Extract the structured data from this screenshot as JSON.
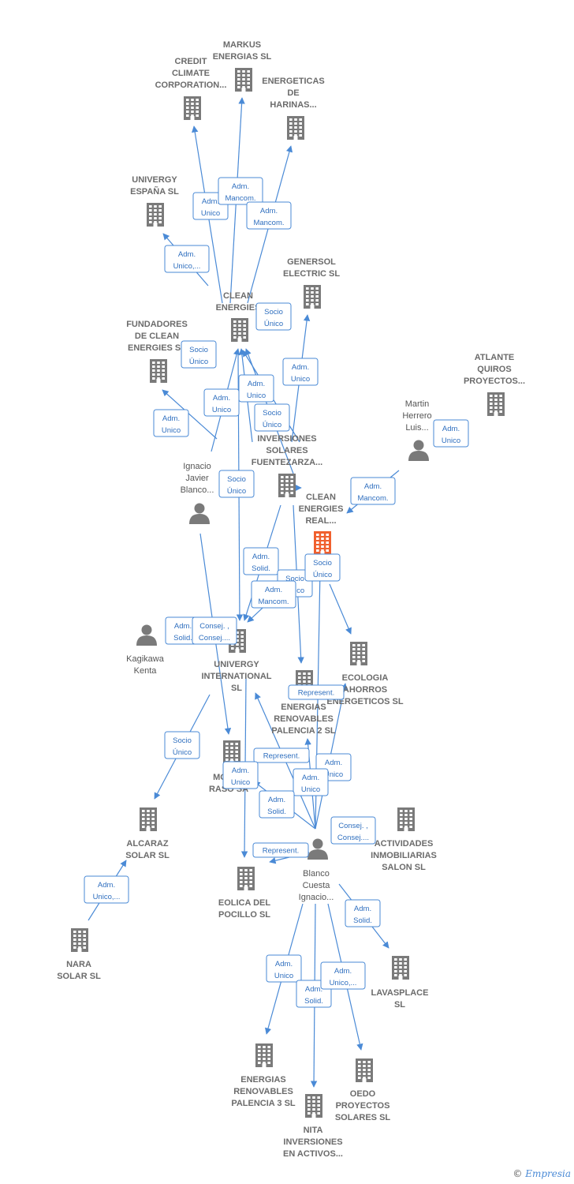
{
  "colors": {
    "edge": "#4a8ad6",
    "building": "#7a7a7a",
    "main_building": "#f0602e",
    "person": "#7a7a7a"
  },
  "nodes": [
    {
      "id": "markus",
      "type": "company",
      "label": [
        "MARKUS",
        "ENERGIAS SL"
      ]
    },
    {
      "id": "credit",
      "type": "company",
      "label": [
        "CREDIT",
        "CLIMATE",
        "CORPORATION..."
      ]
    },
    {
      "id": "energeticas",
      "type": "company",
      "label": [
        "ENERGETICAS",
        "DE",
        "HARINAS..."
      ]
    },
    {
      "id": "univergy_es",
      "type": "company",
      "label": [
        "UNIVERGY",
        "ESPAÑA  SL"
      ]
    },
    {
      "id": "gensersol",
      "type": "company",
      "label": [
        "GENERSOL",
        "ELECTRIC  SL"
      ]
    },
    {
      "id": "clean",
      "type": "company",
      "label": [
        "CLEAN",
        "ENERGIES"
      ]
    },
    {
      "id": "fundadores",
      "type": "company",
      "label": [
        "FUNDADORES",
        "DE CLEAN",
        "ENERGIES SL"
      ]
    },
    {
      "id": "atlante",
      "type": "company",
      "label": [
        "ATLANTE",
        "QUIROS",
        "PROYECTOS..."
      ]
    },
    {
      "id": "martin",
      "type": "person",
      "label": [
        "Martin",
        "Herrero",
        "Luis..."
      ]
    },
    {
      "id": "ignacio",
      "type": "person",
      "label": [
        "Ignacio",
        "Javier",
        "Blanco..."
      ]
    },
    {
      "id": "inversiones",
      "type": "company",
      "label": [
        "INVERSIONES",
        "SOLARES",
        "FUENTEZARZA..."
      ]
    },
    {
      "id": "clean_real",
      "type": "main",
      "label": [
        "CLEAN",
        "ENERGIES",
        "REAL..."
      ]
    },
    {
      "id": "kagikawa",
      "type": "person",
      "label": [
        "Kagikawa",
        "Kenta"
      ]
    },
    {
      "id": "univergy_int",
      "type": "company",
      "label": [
        "UNIVERGY",
        "INTERNATIONAL",
        "SL"
      ]
    },
    {
      "id": "ecologia",
      "type": "company",
      "label": [
        "ECOLOGIA",
        "AHORROS",
        "ENERGETICOS SL"
      ]
    },
    {
      "id": "energias2",
      "type": "company",
      "label": [
        "ENERGIAS",
        "RENOVABLES",
        "PALENCIA 2 SL"
      ]
    },
    {
      "id": "monte",
      "type": "company",
      "label": [
        "MONTE",
        "RASO SA"
      ]
    },
    {
      "id": "alcaraz",
      "type": "company",
      "label": [
        "ALCARAZ",
        "SOLAR SL"
      ]
    },
    {
      "id": "actividades",
      "type": "company",
      "label": [
        "ACTIVIDADES",
        "INMOBILIARIAS",
        "SALON SL"
      ]
    },
    {
      "id": "blanco",
      "type": "person",
      "label": [
        "Blanco",
        "Cuesta",
        "Ignacio..."
      ]
    },
    {
      "id": "eolica",
      "type": "company",
      "label": [
        "EOLICA DEL",
        "POCILLO SL"
      ]
    },
    {
      "id": "nara",
      "type": "company",
      "label": [
        "NARA",
        "SOLAR  SL"
      ]
    },
    {
      "id": "lavasplace",
      "type": "company",
      "label": [
        "LAVASPLACE",
        "SL"
      ]
    },
    {
      "id": "energias3",
      "type": "company",
      "label": [
        "ENERGIAS",
        "RENOVABLES",
        "PALENCIA 3 SL"
      ]
    },
    {
      "id": "oedo",
      "type": "company",
      "label": [
        "OEDO",
        "PROYECTOS",
        "SOLARES  SL"
      ]
    },
    {
      "id": "nita",
      "type": "company",
      "label": [
        "NITA",
        "INVERSIONES",
        "EN ACTIVOS..."
      ]
    }
  ],
  "edges": [
    {
      "label": [
        "Adm.",
        "Unico"
      ]
    },
    {
      "label": [
        "Adm.",
        "Mancom."
      ]
    },
    {
      "label": [
        "Adm.",
        "Mancom."
      ]
    },
    {
      "label": [
        "Adm.",
        "Unico,..."
      ]
    },
    {
      "label": [
        "Socio",
        "Único"
      ]
    },
    {
      "label": [
        "Socio",
        "Único"
      ]
    },
    {
      "label": [
        "Adm.",
        "Unico"
      ]
    },
    {
      "label": [
        "Adm.",
        "Unico"
      ]
    },
    {
      "label": [
        "Adm.",
        "Unico"
      ]
    },
    {
      "label": [
        "Adm.",
        "Unico"
      ]
    },
    {
      "label": [
        "Socio",
        "Único"
      ]
    },
    {
      "label": [
        "Adm.",
        "Unico"
      ]
    },
    {
      "label": [
        "Adm.",
        "Mancom."
      ]
    },
    {
      "label": [
        "Socio",
        "Único"
      ]
    },
    {
      "label": [
        "Adm.",
        "Solid."
      ]
    },
    {
      "label": [
        "Socio",
        "Único"
      ]
    },
    {
      "label": [
        "Socio",
        "Único"
      ]
    },
    {
      "label": [
        "Adm.",
        "Mancom."
      ]
    },
    {
      "label": [
        "Adm.",
        "Solid."
      ]
    },
    {
      "label": [
        "Consej. ,",
        "Consej...."
      ]
    },
    {
      "label": [
        "Socio",
        "Único"
      ]
    },
    {
      "label": [
        "Represent."
      ]
    },
    {
      "label": [
        "Represent."
      ]
    },
    {
      "label": [
        "Adm.",
        "Unico"
      ]
    },
    {
      "label": [
        "Adm.",
        "Unico"
      ]
    },
    {
      "label": [
        "Adm.",
        "Unico"
      ]
    },
    {
      "label": [
        "Adm.",
        "Solid."
      ]
    },
    {
      "label": [
        "Consej. ,",
        "Consej...."
      ]
    },
    {
      "label": [
        "Represent."
      ]
    },
    {
      "label": [
        "Adm.",
        "Unico,..."
      ]
    },
    {
      "label": [
        "Adm.",
        "Solid."
      ]
    },
    {
      "label": [
        "Adm.",
        "Unico"
      ]
    },
    {
      "label": [
        "Adm.",
        "Solid."
      ]
    },
    {
      "label": [
        "Adm.",
        "Unico,..."
      ]
    }
  ],
  "footer": {
    "copyright": "©",
    "brand": "Empresia"
  }
}
